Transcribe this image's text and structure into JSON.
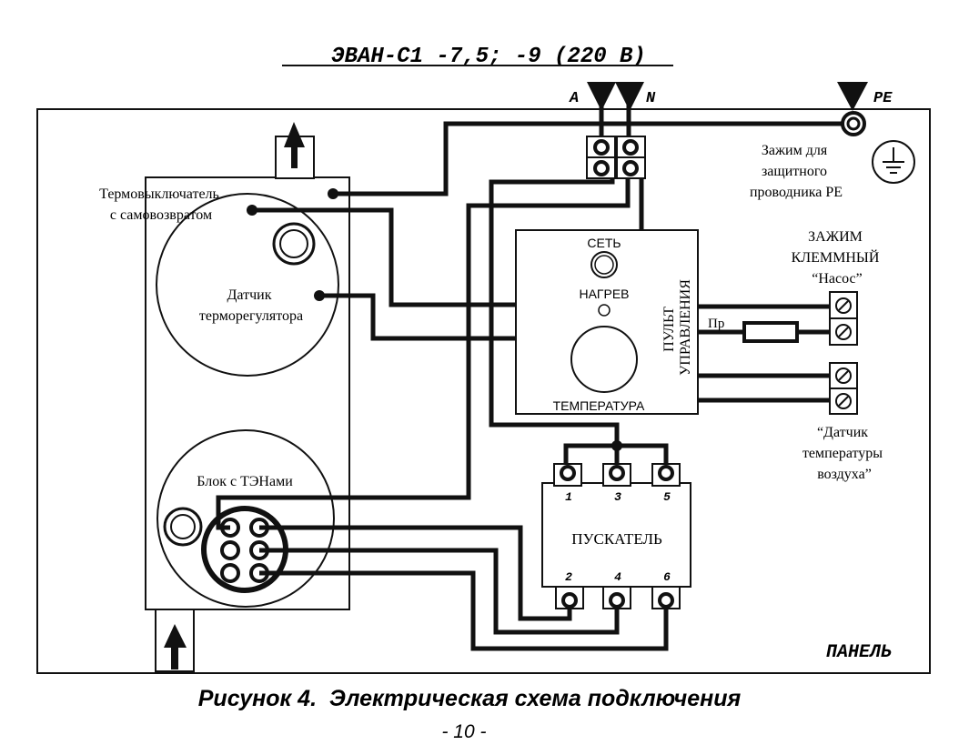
{
  "title": "ЭВАН-С1 -7,5; -9 (220 В)",
  "terminals": {
    "a": "A",
    "n": "N",
    "pe": "PE"
  },
  "labels": {
    "pe_clamp": [
      "Зажим для",
      "защитного",
      "проводника РЕ"
    ],
    "thermal_switch": [
      "Термовыключатель",
      "с самовозвратом"
    ],
    "thermostat_sensor": [
      "Датчик",
      "терморегулятора"
    ],
    "heater_block": "Блок с ТЭНами",
    "pump_terminal": [
      "ЗАЖИМ",
      "КЛЕММНЫЙ",
      "“Насос”"
    ],
    "fuse": "Пр",
    "air_sensor": [
      "“Датчик",
      "температуры",
      "воздуха”"
    ],
    "panel": "ПАНЕЛЬ"
  },
  "control_panel": {
    "title": [
      "ПУЛЬТ",
      "УПРАВЛЕНИЯ"
    ],
    "power": "СЕТЬ",
    "heating": "НАГРЕВ",
    "temperature": "ТЕМПЕРАТУРА"
  },
  "starter": {
    "name": "ПУСКАТЕЛЬ",
    "top_pins": [
      "1",
      "3",
      "5"
    ],
    "bottom_pins": [
      "2",
      "4",
      "6"
    ]
  },
  "caption": "Рисунок 4.  Электрическая схема подключения",
  "page_number": "- 10 -"
}
